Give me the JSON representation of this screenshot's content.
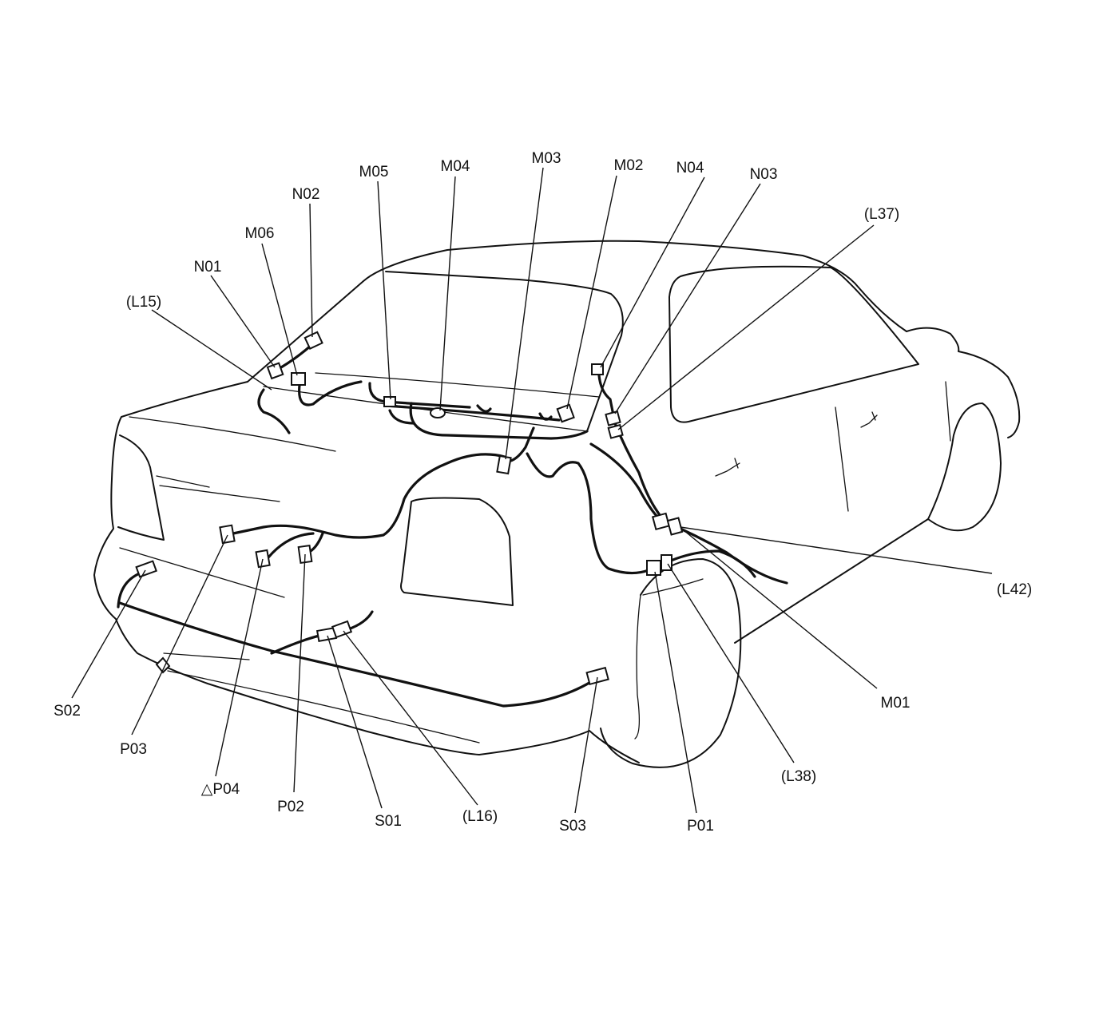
{
  "labels": {
    "m05": "M05",
    "m04": "M04",
    "m03": "M03",
    "m02": "M02",
    "n04": "N04",
    "n03": "N03",
    "l37": "(L37)",
    "n02": "N02",
    "m06": "M06",
    "n01": "N01",
    "l15": "(L15)",
    "l42": "(L42)",
    "m01": "M01",
    "l38": "(L38)",
    "p01": "P01",
    "s03": "S03",
    "l16": "(L16)",
    "s01": "S01",
    "p02": "P02",
    "p04": "△P04",
    "p03": "P03",
    "s02": "S02"
  }
}
